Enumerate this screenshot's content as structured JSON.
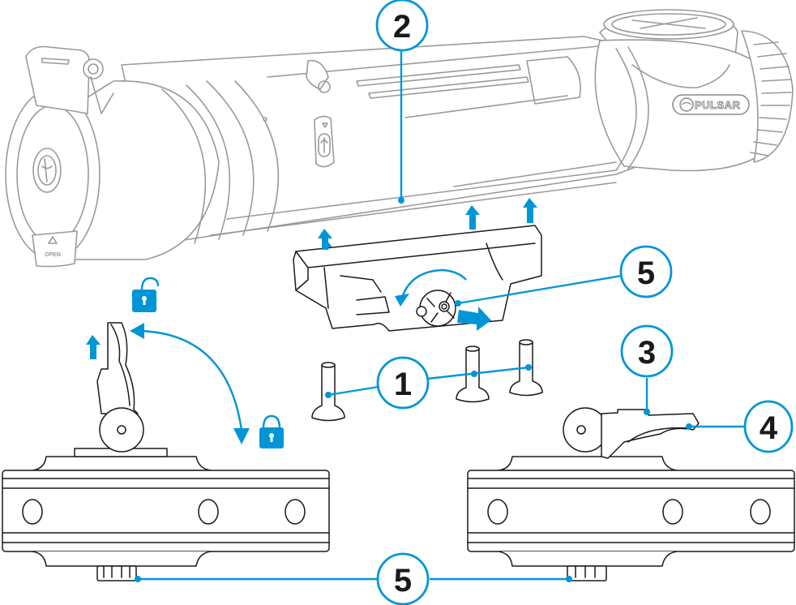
{
  "figure": {
    "title": "Scope mount installation diagram",
    "brand_logo": "PULSAR",
    "cover_label": "OPEN",
    "accent_color": "#0096d6",
    "line_color": "#1a1a1a",
    "device_color": "#9a9a9a"
  },
  "callouts": [
    {
      "id": "callout-1",
      "number": "1",
      "target": "mounting screws"
    },
    {
      "id": "callout-2",
      "number": "2",
      "target": "scope rail"
    },
    {
      "id": "callout-3",
      "number": "3",
      "target": "lever lock"
    },
    {
      "id": "callout-4",
      "number": "4",
      "target": "lever"
    },
    {
      "id": "callout-5-top",
      "number": "5",
      "target": "mount knob"
    },
    {
      "id": "callout-5-bottom",
      "number": "5",
      "target": "mount knobs (bottom)"
    }
  ],
  "icons": {
    "unlock": "unlocked-padlock-icon",
    "lock": "locked-padlock-icon",
    "arrow_up": "arrow-up-icon",
    "rotate": "rotate-arrow-icon"
  }
}
